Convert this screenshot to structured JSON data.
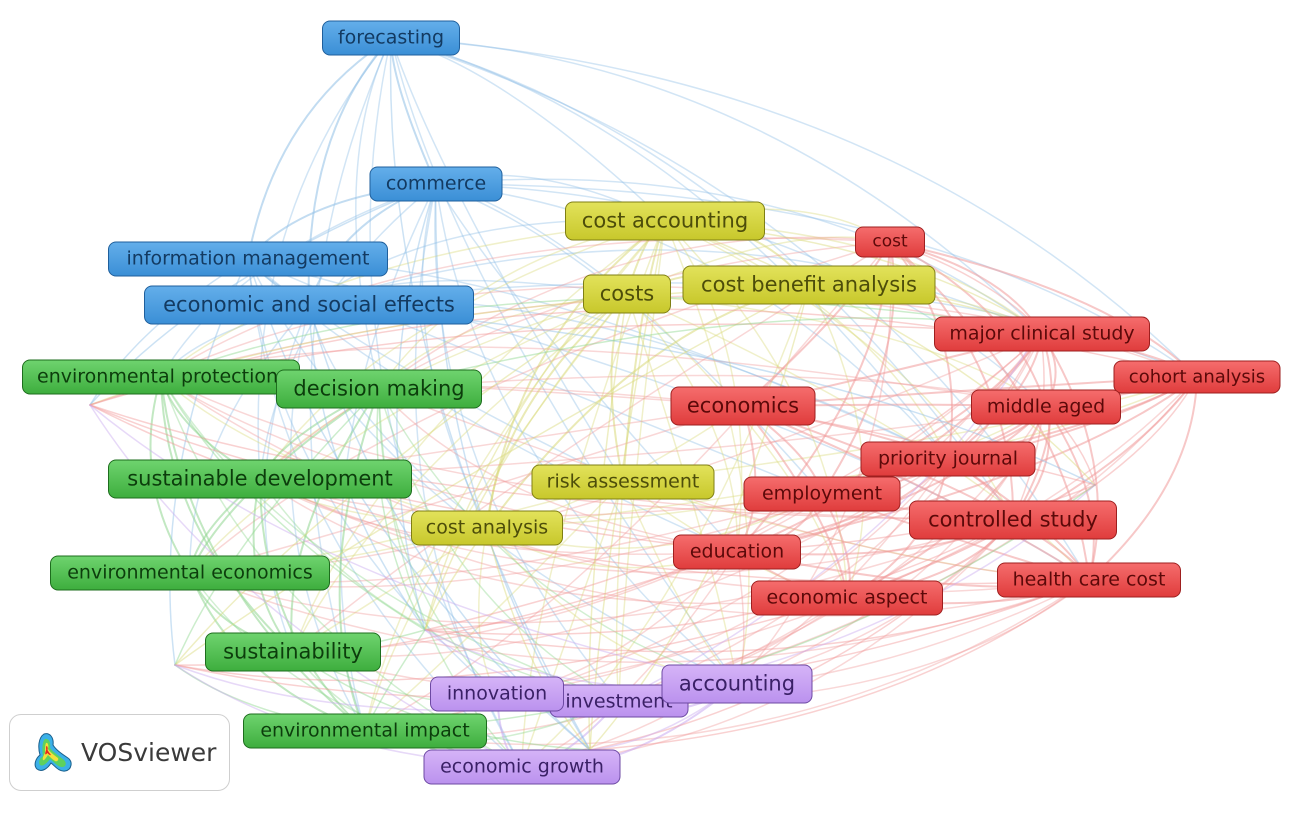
{
  "app": {
    "logo_text": "VOSviewer"
  },
  "colors": {
    "blue": "#3b8fd6",
    "yellow": "#c8c82c",
    "red": "#e03d3d",
    "green": "#3eae3e",
    "purple": "#bb92ee",
    "link_blue": "#8fbfe6",
    "link_yellow": "#d9d97a",
    "link_red": "#f19a9a",
    "link_green": "#8fd68f",
    "link_purple": "#c9aaf0"
  },
  "nodes": [
    {
      "id": "forecasting",
      "label": "forecasting",
      "cluster": "blue"
    },
    {
      "id": "commerce",
      "label": "commerce",
      "cluster": "blue"
    },
    {
      "id": "information-management",
      "label": "information management",
      "cluster": "blue"
    },
    {
      "id": "economic-and-social-effects",
      "label": "economic and social effects",
      "cluster": "blue"
    },
    {
      "id": "cost-accounting",
      "label": "cost accounting",
      "cluster": "yellow"
    },
    {
      "id": "costs",
      "label": "costs",
      "cluster": "yellow"
    },
    {
      "id": "cost-benefit-analysis",
      "label": "cost benefit analysis",
      "cluster": "yellow"
    },
    {
      "id": "risk-assessment",
      "label": "risk assessment",
      "cluster": "yellow"
    },
    {
      "id": "cost-analysis",
      "label": "cost analysis",
      "cluster": "yellow"
    },
    {
      "id": "cost",
      "label": "cost",
      "cluster": "red"
    },
    {
      "id": "major-clinical-study",
      "label": "major clinical study",
      "cluster": "red"
    },
    {
      "id": "cohort-analysis",
      "label": "cohort analysis",
      "cluster": "red"
    },
    {
      "id": "economics",
      "label": "economics",
      "cluster": "red"
    },
    {
      "id": "middle-aged",
      "label": "middle aged",
      "cluster": "red"
    },
    {
      "id": "priority-journal",
      "label": "priority journal",
      "cluster": "red"
    },
    {
      "id": "employment",
      "label": "employment",
      "cluster": "red"
    },
    {
      "id": "controlled-study",
      "label": "controlled study",
      "cluster": "red"
    },
    {
      "id": "education",
      "label": "education",
      "cluster": "red"
    },
    {
      "id": "health-care-cost",
      "label": "health care cost",
      "cluster": "red"
    },
    {
      "id": "economic-aspect",
      "label": "economic aspect",
      "cluster": "red"
    },
    {
      "id": "environmental-protection",
      "label": "environmental protection",
      "cluster": "green"
    },
    {
      "id": "decision-making",
      "label": "decision making",
      "cluster": "green"
    },
    {
      "id": "sustainable-development",
      "label": "sustainable development",
      "cluster": "green"
    },
    {
      "id": "environmental-economics",
      "label": "environmental economics",
      "cluster": "green"
    },
    {
      "id": "sustainability",
      "label": "sustainability",
      "cluster": "green"
    },
    {
      "id": "environmental-impact",
      "label": "environmental impact",
      "cluster": "green"
    },
    {
      "id": "investment",
      "label": "investment",
      "cluster": "purple"
    },
    {
      "id": "innovation",
      "label": "innovation",
      "cluster": "purple"
    },
    {
      "id": "accounting",
      "label": "accounting",
      "cluster": "purple"
    },
    {
      "id": "economic-growth",
      "label": "economic growth",
      "cluster": "purple"
    }
  ]
}
